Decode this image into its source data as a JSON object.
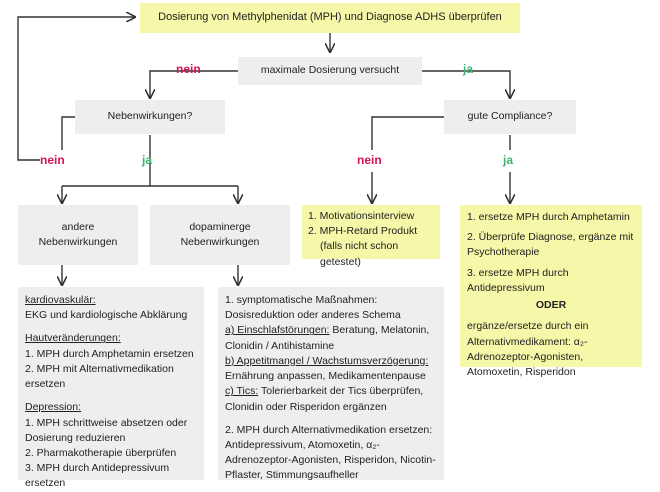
{
  "top": "Dosierung von Methylphenidat (MPH) und Diagnose ADHS überprüfen",
  "q_max": "maximale Dosierung versucht",
  "q_side": "Nebenwirkungen?",
  "q_compliance": "gute Compliance?",
  "no": "nein",
  "yes": "ja",
  "other_side": [
    "andere",
    "Nebenwirkungen"
  ],
  "dopa_side": [
    "dopaminerge",
    "Nebenwirkungen"
  ],
  "retard": [
    "1. Motivationsinterview",
    "2. MPH-Retard Produkt",
    "(falls nicht schon getestet)"
  ],
  "amph": {
    "items": [
      "1. ersetze MPH durch Amphetamin",
      "2. Überprüfe Diagnose, ergänze mit Psychotherapie",
      "3. ersetze MPH durch Antidepressivum"
    ],
    "oder": "ODER",
    "alt": "ergänze/ersetze durch ein Alternativmedikament: α₂-Adrenozeptor-Agonisten, Atomoxetin, Risperidon"
  },
  "left_detail": {
    "kardio_h": "kardiovaskulär:",
    "kardio_t": "EKG und kardiologische Abklärung",
    "haut_h": "Hautveränderungen:",
    "haut_items": [
      "1. MPH durch Amphetamin ersetzen",
      "2. MPH mit Alternativmedikation ersetzen"
    ],
    "dep_h": "Depression:",
    "dep_items": [
      "1. MPH schrittweise absetzen oder Dosierung reduzieren",
      "2. Pharmakotherapie überprüfen",
      "3. MPH durch Antidepressivum ersetzen"
    ]
  },
  "mid_detail": {
    "item1": "1. symptomatische Maßnahmen: Dosisreduktion oder anderes Schema",
    "a_h": "a) Einschlafstörungen:",
    "a_t": "Beratung, Melatonin, Clonidin / Antihistamine",
    "b_h": "b) Appetitmangel / Wachstumsverzögerung:",
    "b_t": "Ernährung anpassen, Medikamentenpause",
    "c_h": "c) Tics:",
    "c_t": "Tolerierbarkeit der Tics überprüfen, Clonidin oder Risperidon ergänzen",
    "item2": "2. MPH durch Alternativmedikation ersetzen: Antidepressivum, Atomoxetin, α₂-Adrenozeptor-Agonisten, Risperidon, Nicotin-Pflaster, Stimmungsaufheller"
  },
  "colors": {
    "yellow": "#f6f7a8",
    "gray": "#eeeeee",
    "red": "#d4145a",
    "green": "#3fb373"
  }
}
